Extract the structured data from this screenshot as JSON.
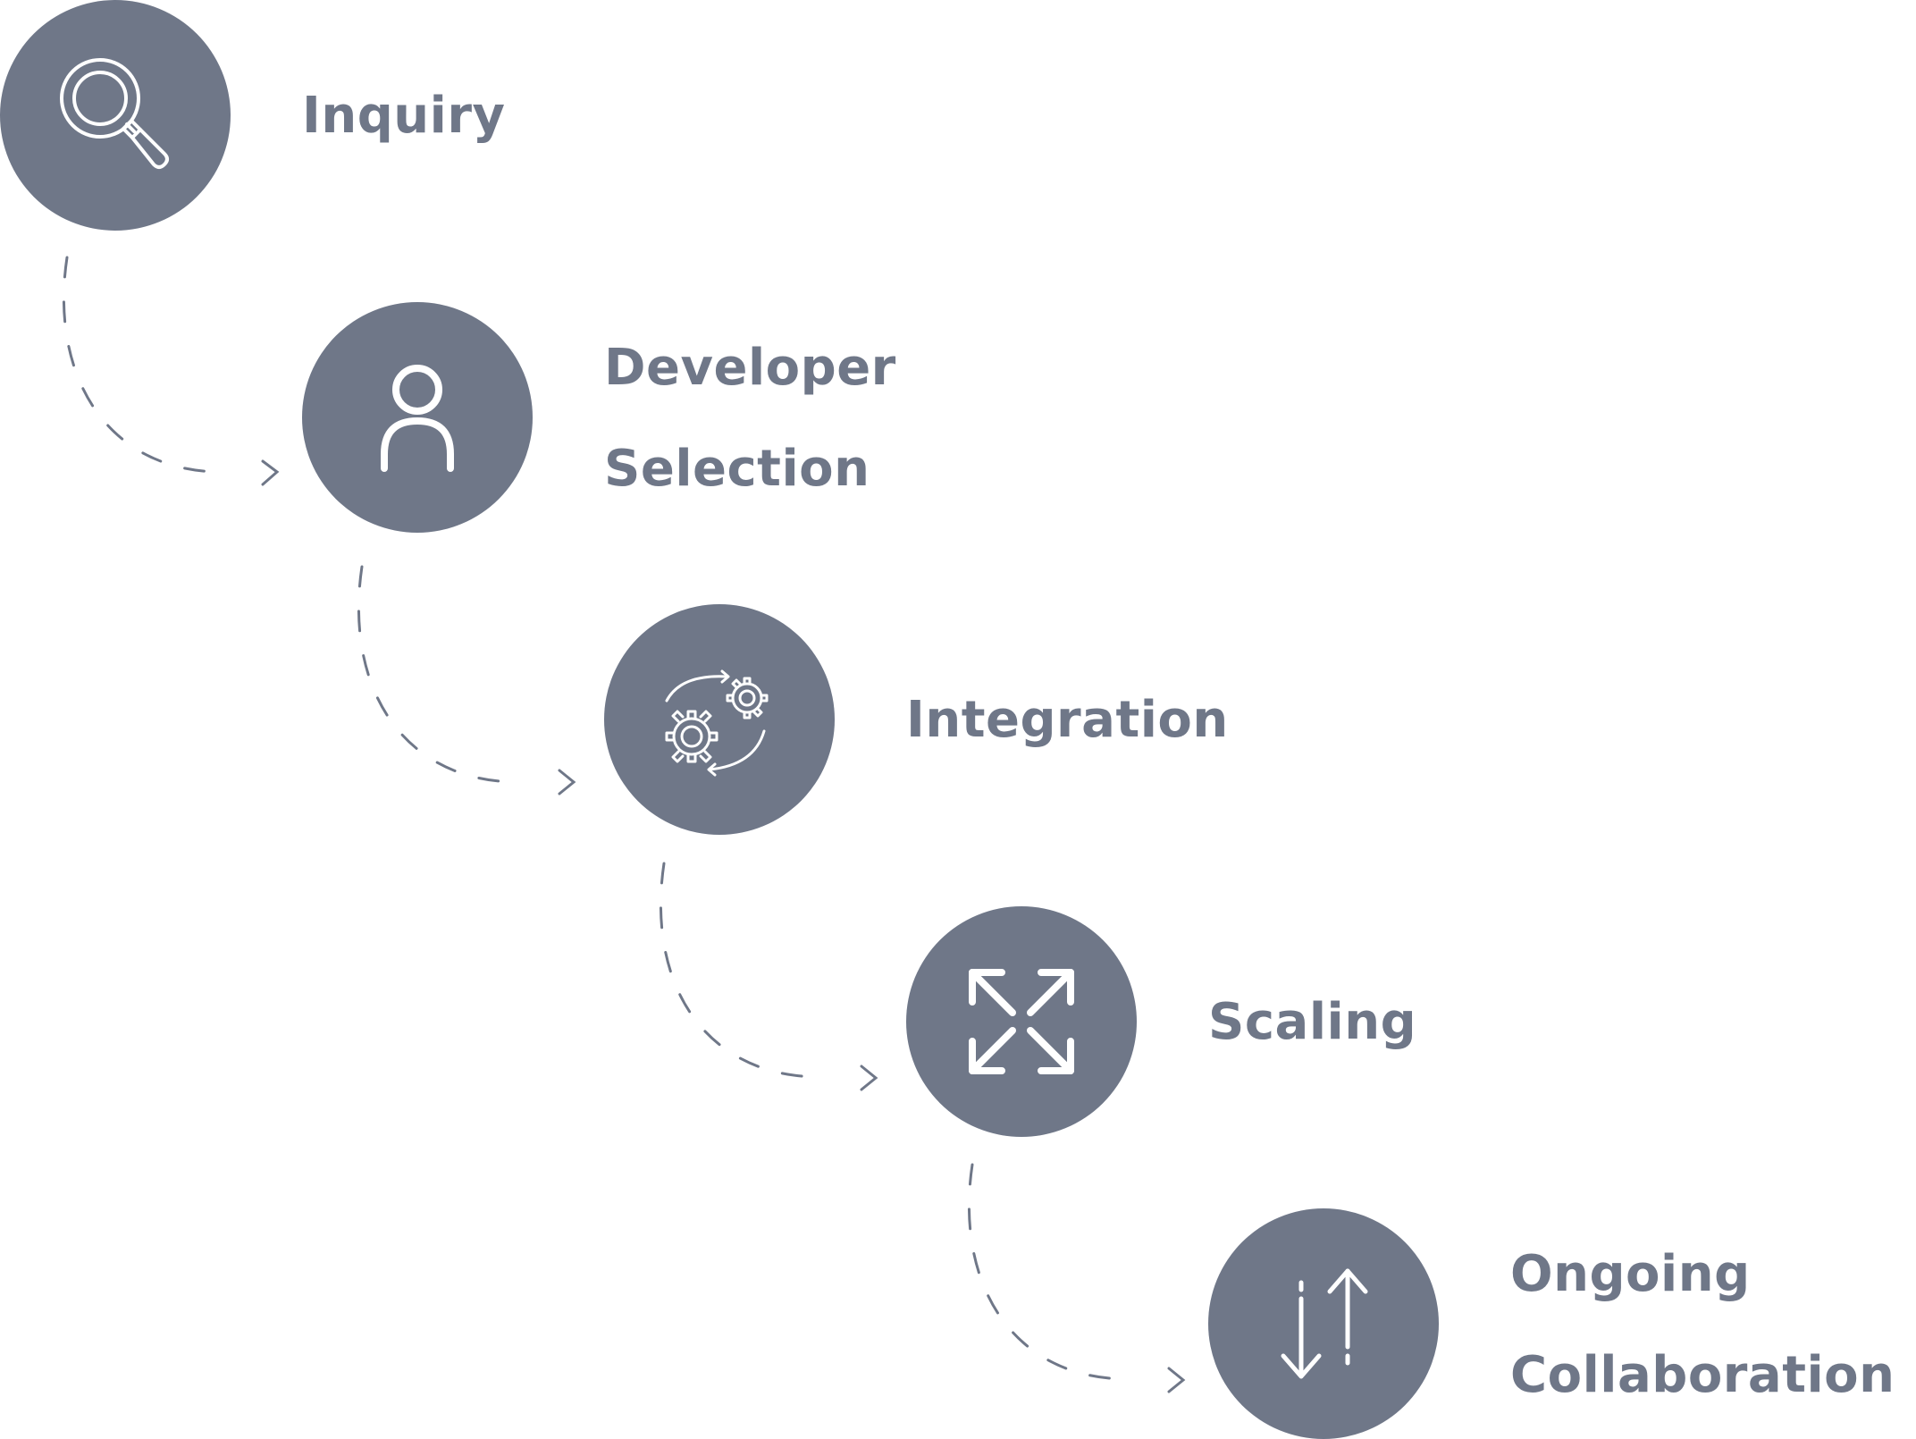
{
  "colors": {
    "circle_fill": "#6f7788",
    "icon_stroke": "#ffffff",
    "label_text": "#6f7788",
    "connector": "#6f7788"
  },
  "steps": [
    {
      "label": "Inquiry",
      "icon": "magnifier-icon"
    },
    {
      "label": "Developer\nSelection",
      "icon": "user-icon"
    },
    {
      "label": "Integration",
      "icon": "gears-cycle-icon"
    },
    {
      "label": "Scaling",
      "icon": "expand-arrows-icon"
    },
    {
      "label": "Ongoing\nCollaboration",
      "icon": "up-down-arrows-icon"
    }
  ]
}
